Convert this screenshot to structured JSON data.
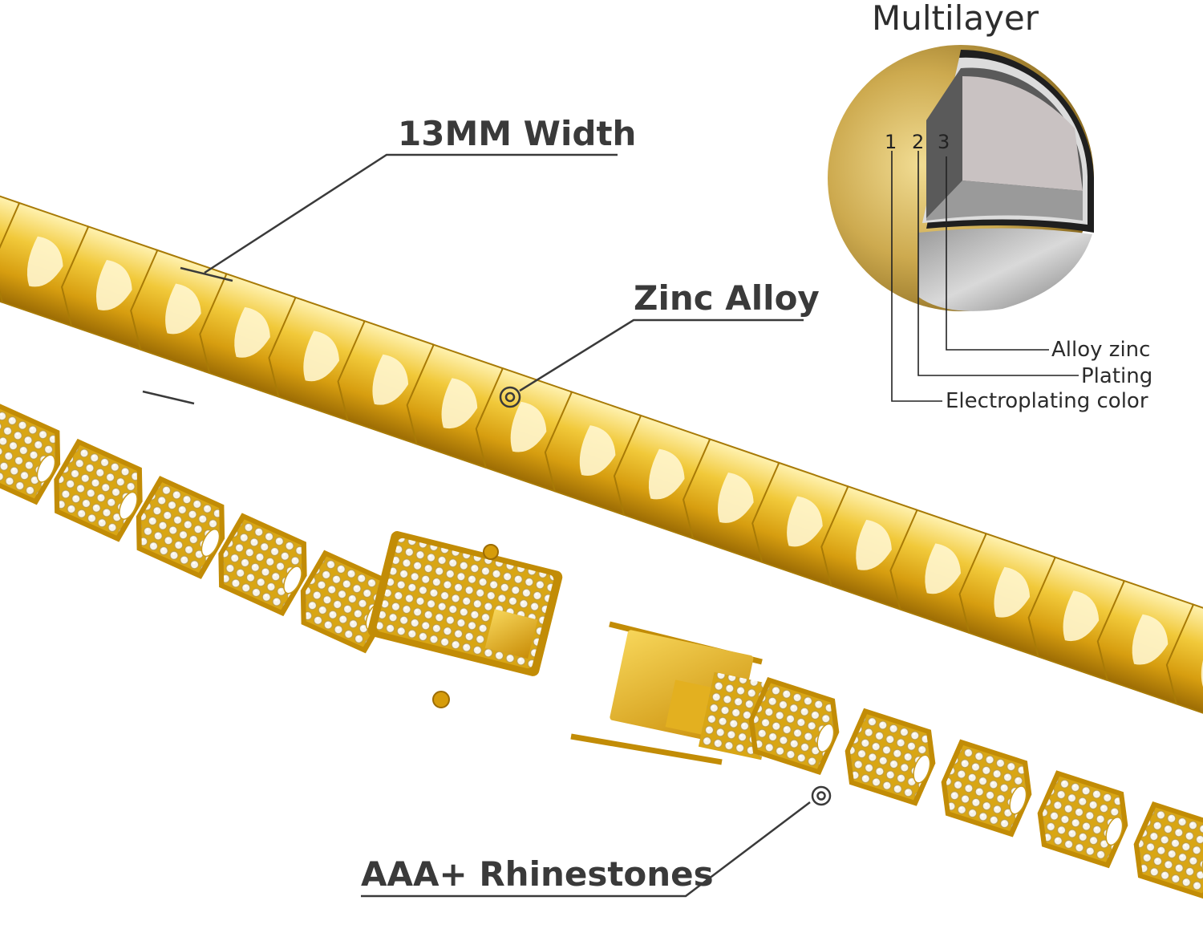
{
  "callouts": {
    "width": "13MM Width",
    "material": "Zinc Alloy",
    "stones": "AAA+ Rhinestones"
  },
  "diagram": {
    "title": "Multilayer",
    "numbers": [
      "1",
      "2",
      "3"
    ],
    "layers": [
      "Alloy zinc",
      "Plating",
      "Electroplating color"
    ]
  },
  "colors": {
    "gold": "#e7b928",
    "gold_dark": "#a87a06",
    "gold_light": "#fbe27a",
    "rhinestone": "#f4f1e6",
    "text": "#3a3a3a"
  }
}
